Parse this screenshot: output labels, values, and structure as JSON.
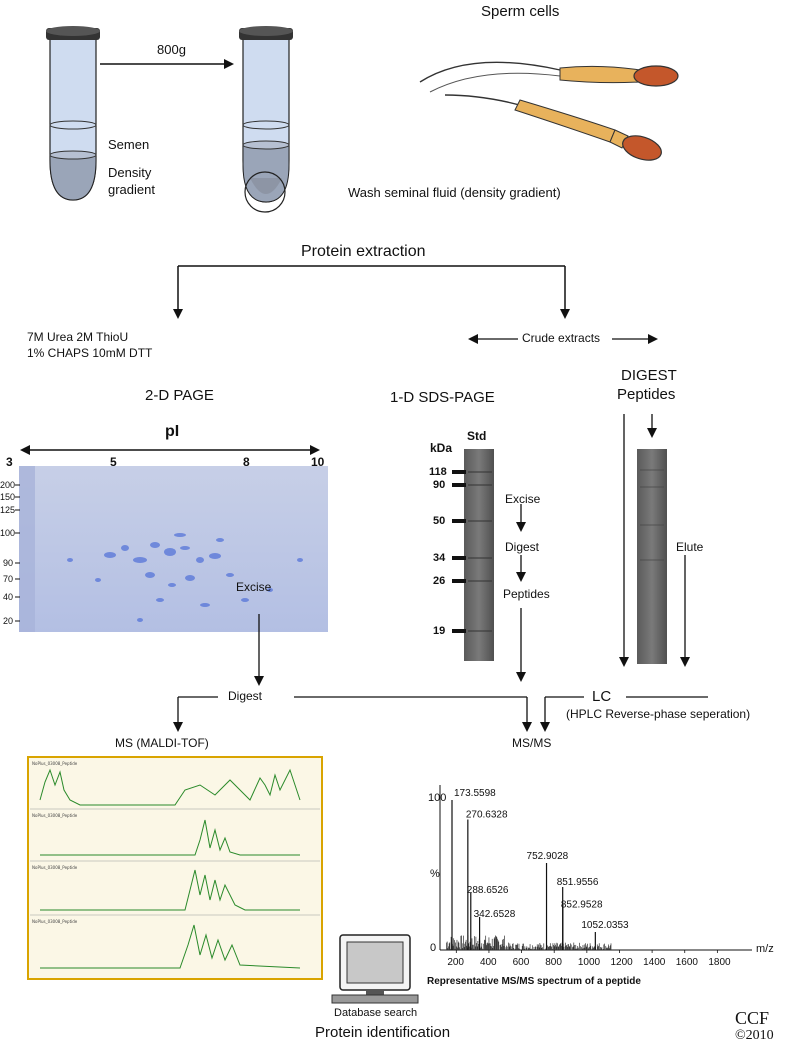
{
  "top": {
    "centrifuge": "800g",
    "semen": "Semen",
    "density_line1": "Density",
    "density_line2": "gradient",
    "sperm_title": "Sperm cells",
    "wash": "Wash seminal fluid (density gradient)"
  },
  "extraction": {
    "title": "Protein extraction",
    "buffer_line1": "7M Urea 2M ThioU",
    "buffer_line2": "1% CHAPS 10mM DTT",
    "crude": "Crude extracts"
  },
  "page2d": {
    "title": "2-D PAGE",
    "pi_label": "pI",
    "pi_ticks": [
      "3",
      "5",
      "8",
      "10"
    ],
    "mw_ticks": [
      "200",
      "150",
      "125",
      "100",
      "90",
      "70",
      "40",
      "20"
    ],
    "excise": "Excise"
  },
  "sds": {
    "title": "1-D SDS-PAGE",
    "kda": "kDa",
    "std": "Std",
    "markers": [
      "118",
      "90",
      "50",
      "34",
      "26",
      "19"
    ],
    "step1": "Excise",
    "step2": "Digest",
    "step3": "Peptides"
  },
  "digest_branch": {
    "title_line1": "DIGEST",
    "title_line2": "Peptides",
    "elute": "Elute"
  },
  "bottom": {
    "digest": "Digest",
    "lc": "LC",
    "lc_sub": "(HPLC Reverse-phase seperation)",
    "ms_maldi": "MS (MALDI-TOF)",
    "msms": "MS/MS",
    "db_search": "Database search",
    "protein_id": "Protein identification",
    "ccf": "CCF",
    "copyright": "©2010"
  },
  "spectrum": {
    "caption": "Representative MS/MS spectrum of a peptide",
    "y_top": "100",
    "y_unit": "%",
    "y_zero": "0",
    "x_unit": "m/z",
    "x_ticks": [
      "200",
      "400",
      "600",
      "800",
      "1000",
      "1200",
      "1400",
      "1600",
      "1800"
    ],
    "peaks": [
      {
        "mz": 173.5598,
        "label": "173.5598",
        "intensity": 100
      },
      {
        "mz": 270.6328,
        "label": "270.6328",
        "intensity": 87
      },
      {
        "mz": 288.6526,
        "label": "288.6526",
        "intensity": 38
      },
      {
        "mz": 342.6528,
        "label": "342.6528",
        "intensity": 22
      },
      {
        "mz": 752.9028,
        "label": "752.9028",
        "intensity": 58
      },
      {
        "mz": 851.9556,
        "label": "851.9556",
        "intensity": 42
      },
      {
        "mz": 852.9528,
        "label": "852.9528",
        "intensity": 31
      },
      {
        "mz": 1052.0353,
        "label": "1052.0353",
        "intensity": 12
      }
    ]
  },
  "colors": {
    "tube_liquid": "#cdd9ee",
    "gel_blue": "#b9c4e0",
    "spot_blue": "#4f6fd8",
    "sperm_body": "#e8b25c",
    "sperm_head": "#c4572b",
    "maldi_frame": "#d9a400"
  }
}
